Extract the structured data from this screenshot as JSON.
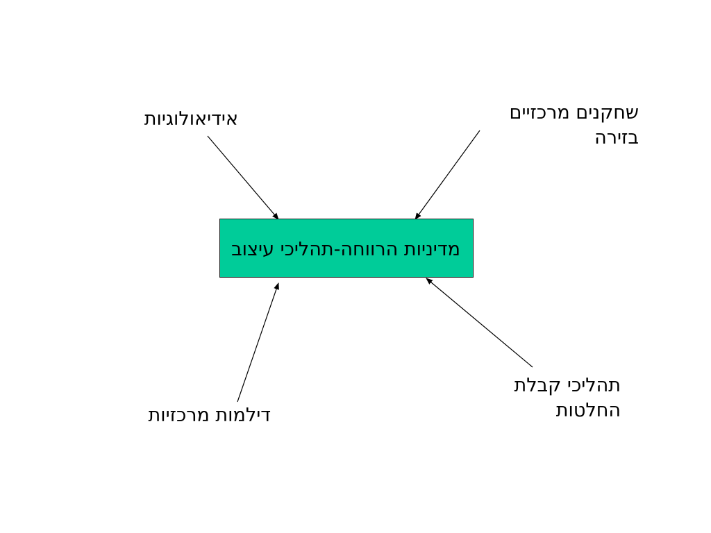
{
  "diagram": {
    "center_node": {
      "label": "מדיניות הרווחה-תהליכי עיצוב",
      "fill_color": "#00cc99"
    },
    "nodes": {
      "ideologies": {
        "label": "אידיאולוגיות"
      },
      "players": {
        "line1": "שחקנים מרכזיים",
        "line2": "בזירה"
      },
      "dilemmas": {
        "label": "דילמות מרכזיות"
      },
      "decisions": {
        "line1": "תהליכי קבלת",
        "line2": "החלטות"
      }
    },
    "edges": [
      {
        "from": "ideologies",
        "to": "center_node"
      },
      {
        "from": "players",
        "to": "center_node"
      },
      {
        "from": "dilemmas",
        "to": "center_node"
      },
      {
        "from": "decisions",
        "to": "center_node"
      }
    ]
  }
}
